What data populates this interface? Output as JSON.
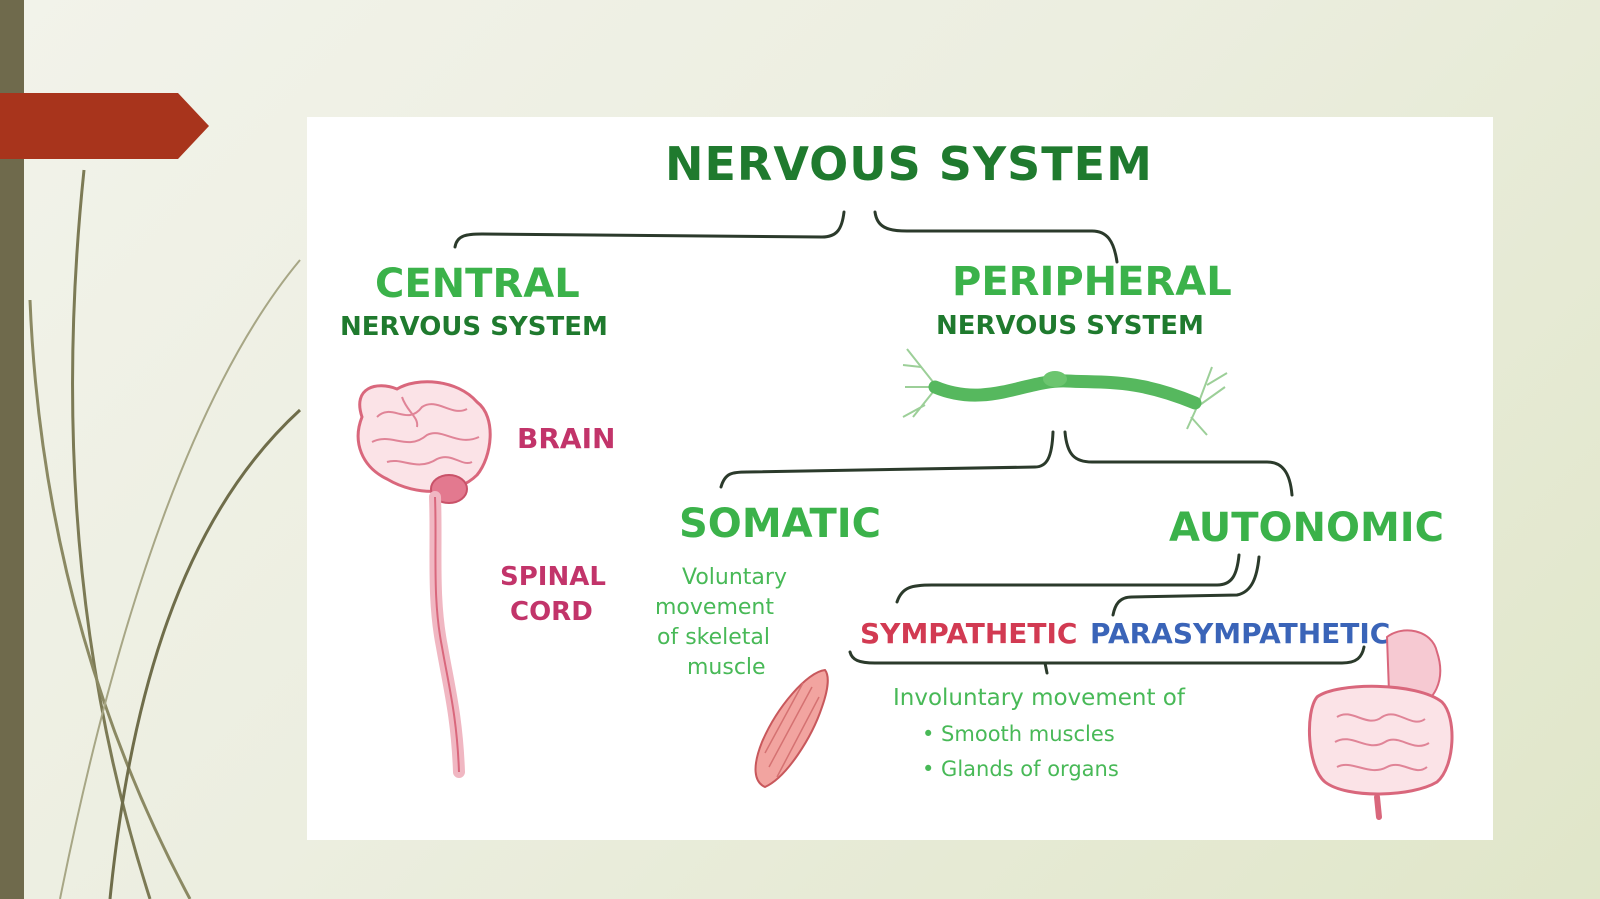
{
  "colors": {
    "title_green": "#1f7a2e",
    "label_green": "#3bb24a",
    "brain_pink": "#c2346a",
    "sympathetic_red": "#d23a52",
    "parasympathetic_blue": "#3a64b8",
    "accent_arrow": "#a8341c"
  },
  "diagram": {
    "title": "NERVOUS SYSTEM",
    "central": {
      "line1": "CENTRAL",
      "line2": "NERVOUS SYSTEM"
    },
    "peripheral": {
      "line1": "PERIPHERAL",
      "line2": "NERVOUS SYSTEM"
    },
    "brain_label": "BRAIN",
    "spinal_label": {
      "line1": "SPINAL",
      "line2": "CORD"
    },
    "somatic": {
      "title": "SOMATIC",
      "lines": [
        "Voluntary",
        "movement",
        "of skeletal",
        "muscle"
      ]
    },
    "autonomic": {
      "title": "AUTONOMIC"
    },
    "sympathetic": "SYMPATHETIC",
    "parasympathetic": "PARASYMPATHETIC",
    "involuntary": {
      "heading": "Involuntary movement of",
      "items": [
        "• Smooth muscles",
        "• Glands of organs"
      ]
    }
  },
  "icons": [
    "brain-icon",
    "spinal-cord-icon",
    "neuron-icon",
    "skeletal-muscle-icon",
    "intestine-icon",
    "arrow-tab-icon"
  ]
}
